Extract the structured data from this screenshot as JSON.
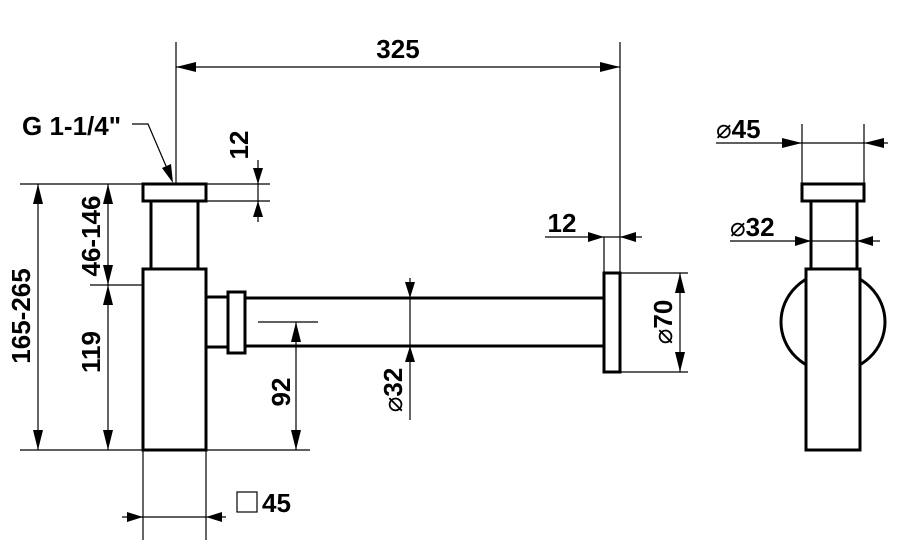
{
  "dimensions": {
    "overall_length": "325",
    "thread_spec": "G 1-1/4\"",
    "cap_height": "12",
    "adjust_range": "46-146",
    "total_height_range": "165-265",
    "body_height": "119",
    "outlet_height": "92",
    "pipe_diameter": "32",
    "wall_flange_thickness": "12",
    "wall_flange_diameter": "70",
    "body_square": "45",
    "side_top_diameter": "45",
    "side_pipe_diameter": "32"
  },
  "symbols": {
    "diameter": "⌀",
    "square": "□"
  }
}
